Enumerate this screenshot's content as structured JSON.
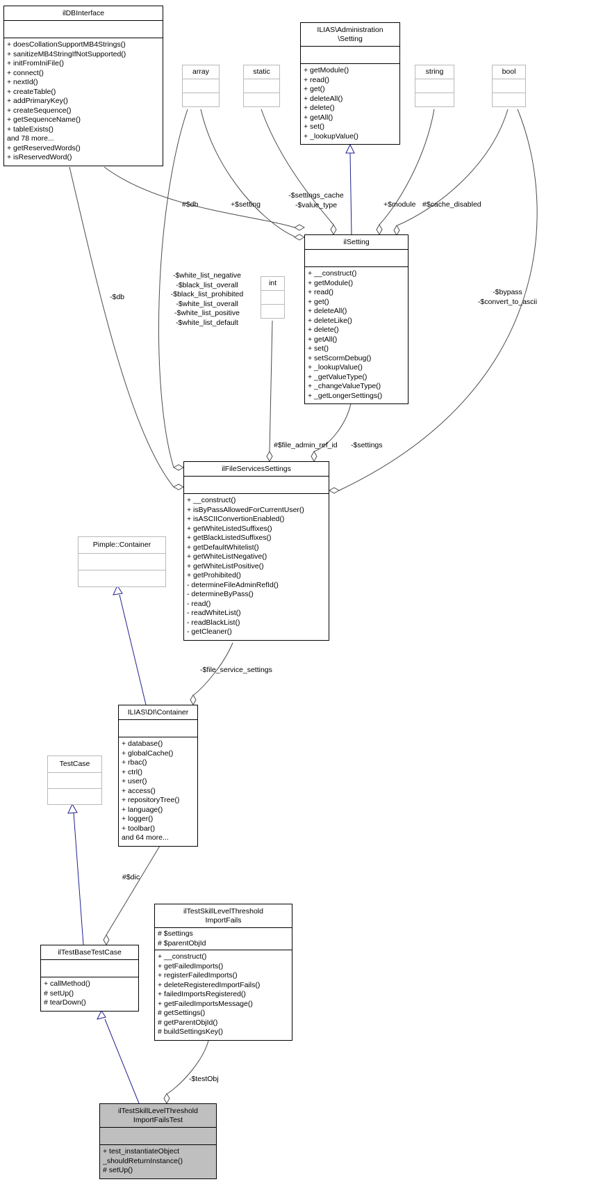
{
  "colors": {
    "inheritance_edge": "#1f1f8f",
    "aggregation_edge": "#4a4a4a",
    "node_border": "#000000",
    "type_node_border": "#b9b9b9",
    "highlight_node_fill": "#bfbfbf",
    "background": "#ffffff"
  },
  "classes": {
    "ildbinterface": {
      "title": "ilDBInterface",
      "methods": [
        "+ doesCollationSupportMB4Strings()",
        "+ sanitizeMB4StringIfNotSupported()",
        "+ initFromIniFile()",
        "+ connect()",
        "+ nextId()",
        "+ createTable()",
        "+ addPrimaryKey()",
        "+ createSequence()",
        "+ getSequenceName()",
        "+ tableExists()",
        "and 78 more...",
        "+ getReservedWords()",
        "+ isReservedWord()"
      ]
    },
    "array_type": {
      "title": "array"
    },
    "static_type": {
      "title": "static"
    },
    "string_type": {
      "title": "string"
    },
    "bool_type": {
      "title": "bool"
    },
    "int_type": {
      "title": "int"
    },
    "admin_setting": {
      "title_lines": [
        "ILIAS\\Administration",
        "\\Setting"
      ],
      "methods": [
        "+ getModule()",
        "+ read()",
        "+ get()",
        "+ deleteAll()",
        "+ delete()",
        "+ getAll()",
        "+ set()",
        "+ _lookupValue()"
      ]
    },
    "ilsetting": {
      "title": "ilSetting",
      "methods": [
        "+ __construct()",
        "+ getModule()",
        "+ read()",
        "+ get()",
        "+ deleteAll()",
        "+ deleteLike()",
        "+ delete()",
        "+ getAll()",
        "+ set()",
        "+ setScormDebug()",
        "+ _lookupValue()",
        "+ _getValueType()",
        "+ _changeValueType()",
        "+ _getLongerSettings()"
      ]
    },
    "ilfileservicessettings": {
      "title": "ilFileServicesSettings",
      "methods": [
        "+ __construct()",
        "+ isByPassAllowedForCurrentUser()",
        "+ isASCIIConvertionEnabled()",
        "+ getWhiteListedSuffixes()",
        "+ getBlackListedSuffixes()",
        "+ getDefaultWhitelist()",
        "+ getWhiteListNegative()",
        "+ getWhiteListPositive()",
        "+ getProhibited()",
        "- determineFileAdminRefId()",
        "- determineByPass()",
        "- read()",
        "- readWhiteList()",
        "- readBlackList()",
        "- getCleaner()"
      ]
    },
    "pimple_container": {
      "title": "Pimple::Container"
    },
    "di_container": {
      "title": "ILIAS\\DI\\Container",
      "methods": [
        "+ database()",
        "+ globalCache()",
        "+ rbac()",
        "+ ctrl()",
        "+ user()",
        "+ access()",
        "+ repositoryTree()",
        "+ language()",
        "+ logger()",
        "+ toolbar()",
        "and 64 more..."
      ]
    },
    "testcase": {
      "title": "TestCase"
    },
    "iltestbasetestcase": {
      "title": "ilTestBaseTestCase",
      "methods": [
        "+ callMethod()",
        "# setUp()",
        "# tearDown()"
      ]
    },
    "importfails": {
      "title_lines": [
        "ilTestSkillLevelThreshold",
        "ImportFails"
      ],
      "attributes": [
        "# $settings",
        "# $parentObjId"
      ],
      "methods": [
        "+ __construct()",
        "+ getFailedImports()",
        "+ registerFailedImports()",
        "+ deleteRegisteredImportFails()",
        "+ failedImportsRegistered()",
        "+ getFailedImportsMessage()",
        "# getSettings()",
        "# getParentObjId()",
        "# buildSettingsKey()"
      ]
    },
    "importfailstest": {
      "title_lines": [
        "ilTestSkillLevelThreshold",
        "ImportFailsTest"
      ],
      "methods": [
        "+ test_instantiateObject",
        "_shouldReturnInstance()",
        "# setUp()"
      ]
    }
  },
  "edge_labels": {
    "db_to_ilsetting": "#$db",
    "setting_to_ilsetting": "+$setting",
    "settings_cache_value_type": [
      "-$settings_cache",
      "-$value_type"
    ],
    "module_to_ilsetting": "+$module",
    "cache_disabled_to_ilsetting": "#$cache_disabled",
    "db_to_fileservices": "-$db",
    "white_black_lists": [
      "-$white_list_negative",
      "-$black_list_overall",
      "-$black_list_prohibited",
      "-$white_list_overall",
      "-$white_list_positive",
      "-$white_list_default"
    ],
    "bypass_convert": [
      "-$bypass",
      "-$convert_to_ascii"
    ],
    "file_admin_ref_id": "#$file_admin_ref_id",
    "settings_to_fileservices": "-$settings",
    "file_service_settings": "-$file_service_settings",
    "dic": "#$dic",
    "test_obj": "-$testObj"
  }
}
